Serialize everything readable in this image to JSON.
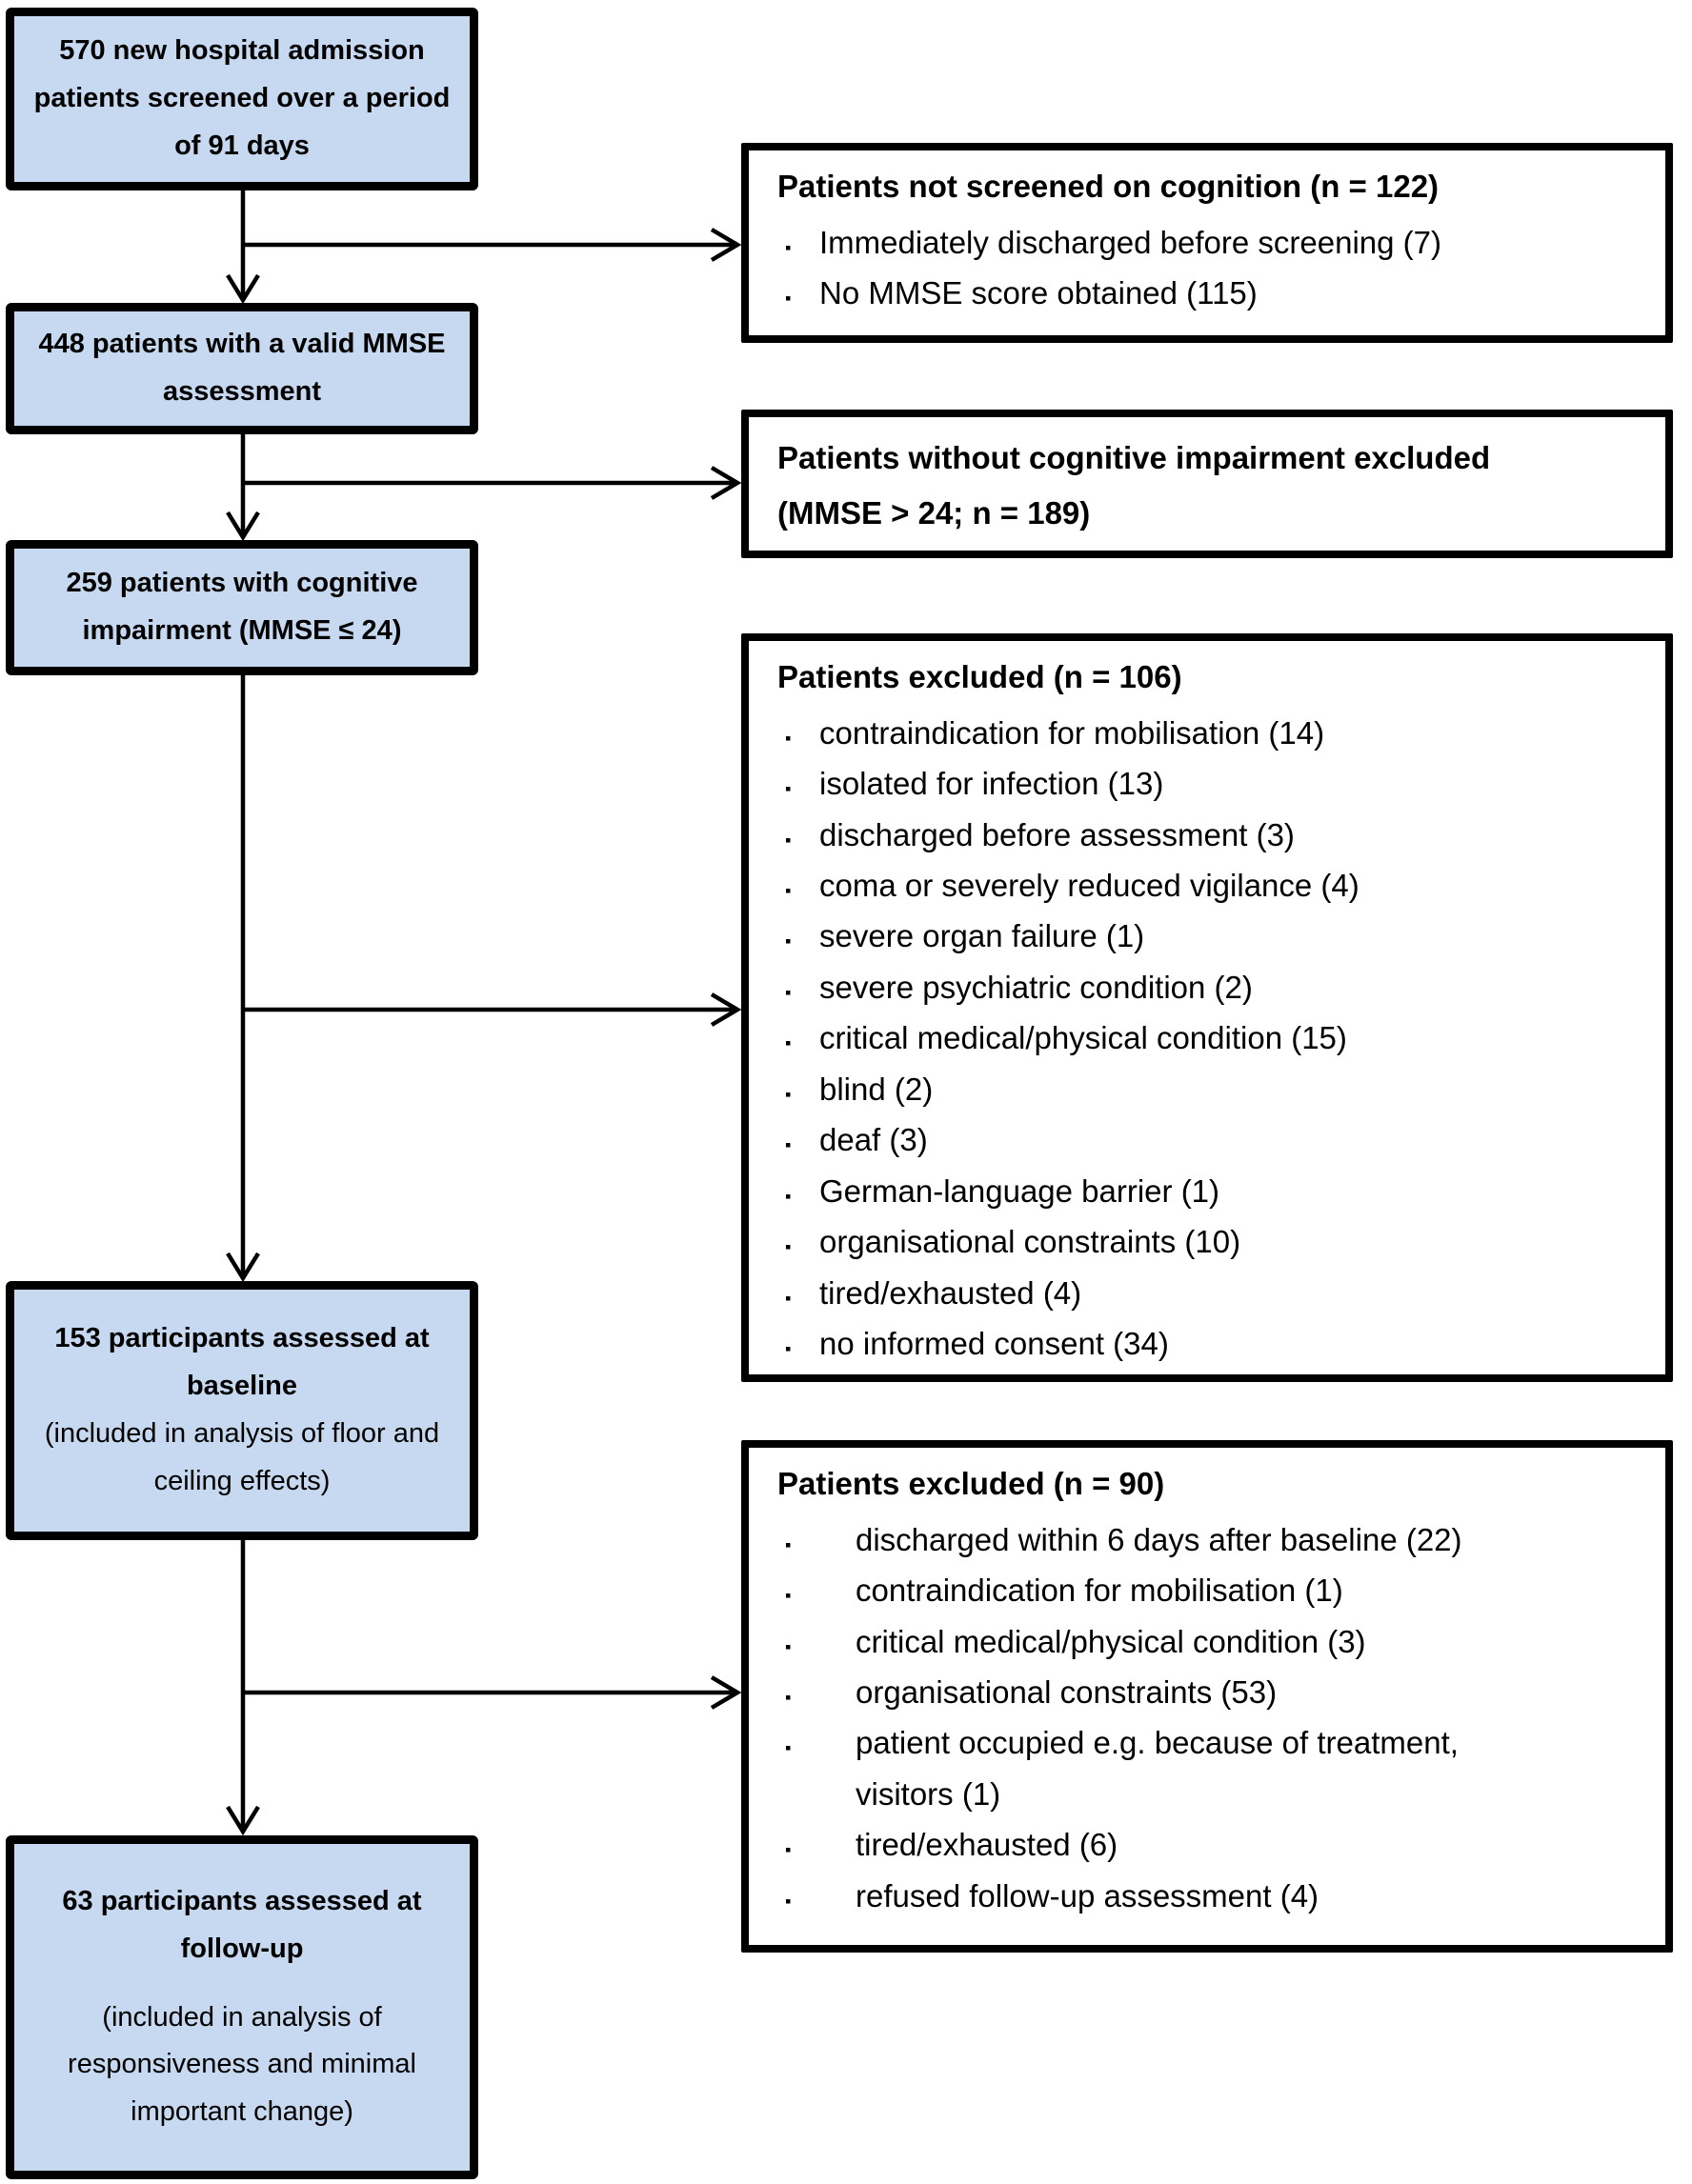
{
  "colors": {
    "box_fill": "#c6d9f0",
    "line": "#000000",
    "page_bg": "#ffffff"
  },
  "icons": {
    "bullet": "▪"
  },
  "left_boxes": [
    {
      "text": "570 new hospital admission patients screened over a period of 91 days"
    },
    {
      "text": "448 patients with a valid MMSE assessment"
    },
    {
      "text": "259 patients with cognitive impairment (MMSE ≤ 24)"
    },
    {
      "text": "153 participants assessed at baseline",
      "note": "(included in analysis of floor and ceiling effects)"
    },
    {
      "text": "63 participants assessed at follow-up",
      "note": "(included in analysis of responsiveness and minimal important change)"
    }
  ],
  "right_boxes": [
    {
      "title": "Patients not screened on cognition (n = 122)",
      "items": [
        "Immediately discharged before screening (7)",
        "No MMSE score obtained (115)"
      ]
    },
    {
      "title": "Patients without cognitive impairment excluded",
      "subtitle": "(MMSE > 24; n = 189)"
    },
    {
      "title": "Patients excluded (n = 106)",
      "items": [
        "contraindication for mobilisation (14)",
        "isolated for infection (13)",
        "discharged before assessment (3)",
        "coma or severely reduced vigilance (4)",
        "severe organ failure (1)",
        "severe psychiatric condition (2)",
        "critical medical/physical condition (15)",
        "blind (2)",
        "deaf (3)",
        "German-language barrier (1)",
        "organisational constraints (10)",
        "tired/exhausted (4)",
        "no informed consent (34)"
      ]
    },
    {
      "title": "Patients excluded (n = 90)",
      "items": [
        "discharged within 6 days after baseline (22)",
        "contraindication for mobilisation (1)",
        "critical medical/physical condition (3)",
        "organisational constraints (53)",
        "patient occupied e.g. because of treatment, visitors (1)",
        "tired/exhausted (6)",
        "refused follow-up assessment (4)"
      ]
    }
  ]
}
